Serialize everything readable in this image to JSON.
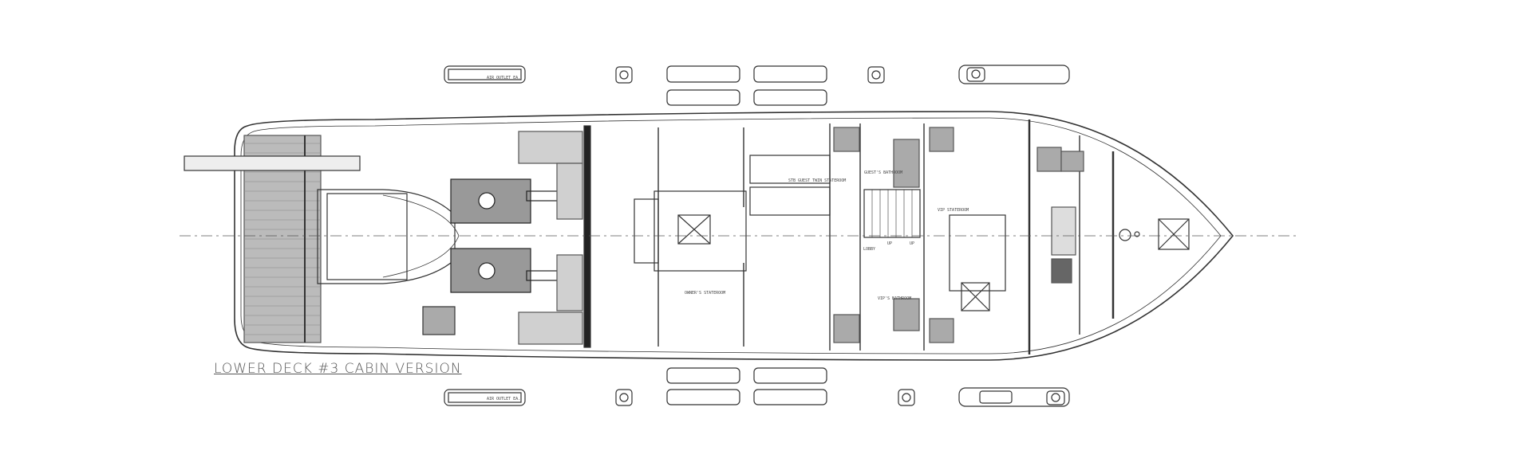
{
  "title": "LOWER DECK #3 CABIN VERSION",
  "window_labels": {
    "air_outlet_top": "AIR OUTLET EA.",
    "air_outlet_bottom": "AIR OUTLET EA."
  },
  "rooms": {
    "owners_stateroom": "OWNER'S STATEROOM",
    "guest_twin": "STB GUEST TWIN STATEROOM",
    "guests_bathroom": "GUEST'S BATHROOM",
    "vip_stateroom": "VIP STATEROOM",
    "vips_bathroom": "VIP'S BATHROOM",
    "lobby": "LOBBY",
    "up1": "UP",
    "up2": "UP"
  },
  "colors": {
    "line": "#333333",
    "fill_gray": "#cfcfcf",
    "hatch": "#777777"
  }
}
